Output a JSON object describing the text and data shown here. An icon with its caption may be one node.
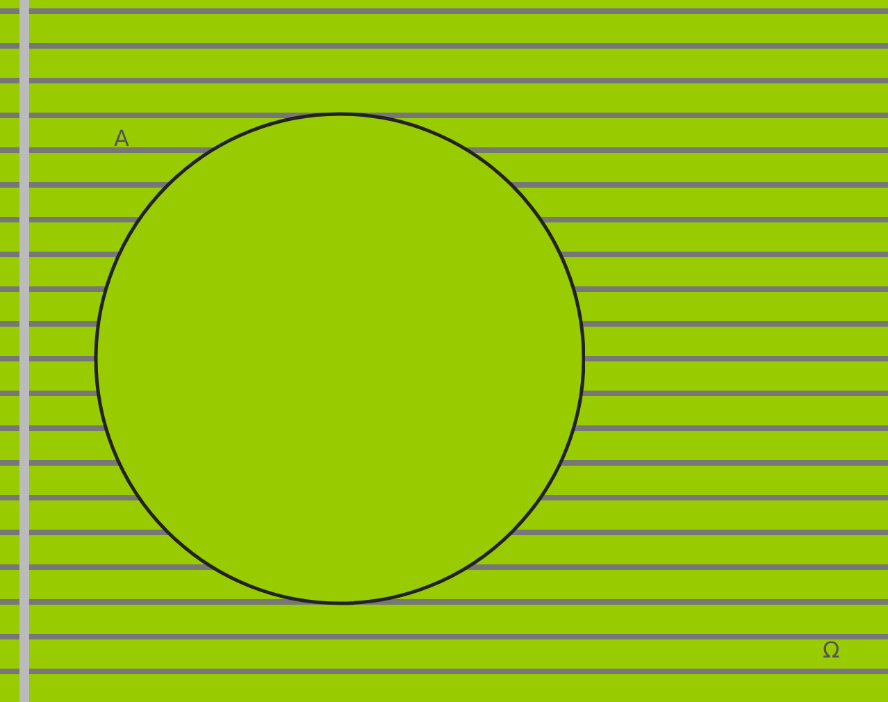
{
  "diagram": {
    "nodes": [
      {
        "text": [
          "Ω"
        ]
      },
      {
        "text": [
          "A"
        ],
        "in": 0
      }
    ]
  }
}
